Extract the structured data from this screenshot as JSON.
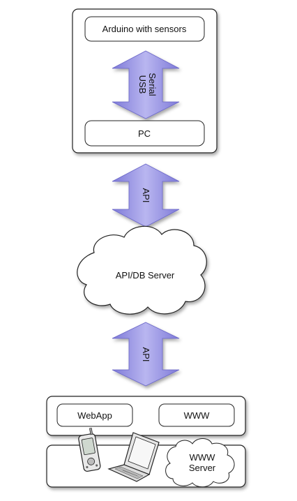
{
  "diagram": {
    "top_group": {
      "arduino_label": "Arduino with sensors",
      "usb_label_line1": "USB",
      "usb_label_line2": "Serial",
      "pc_label": "PC"
    },
    "api_arrow_top_label": "API",
    "cloud_label": "API/DB Server",
    "api_arrow_bottom_label": "API",
    "clients": {
      "webapp_label": "WebApp",
      "www_label": "WWW"
    },
    "devices": {
      "www_server_line1": "WWW",
      "www_server_line2": "Server"
    },
    "colors": {
      "arrow_fill_top": "#8a86e0",
      "arrow_fill_mid": "#b7b4ee",
      "arrow_fill_bottom": "#8a86e0",
      "box_stroke": "#222222",
      "shadow": "#9a9a9a"
    }
  }
}
